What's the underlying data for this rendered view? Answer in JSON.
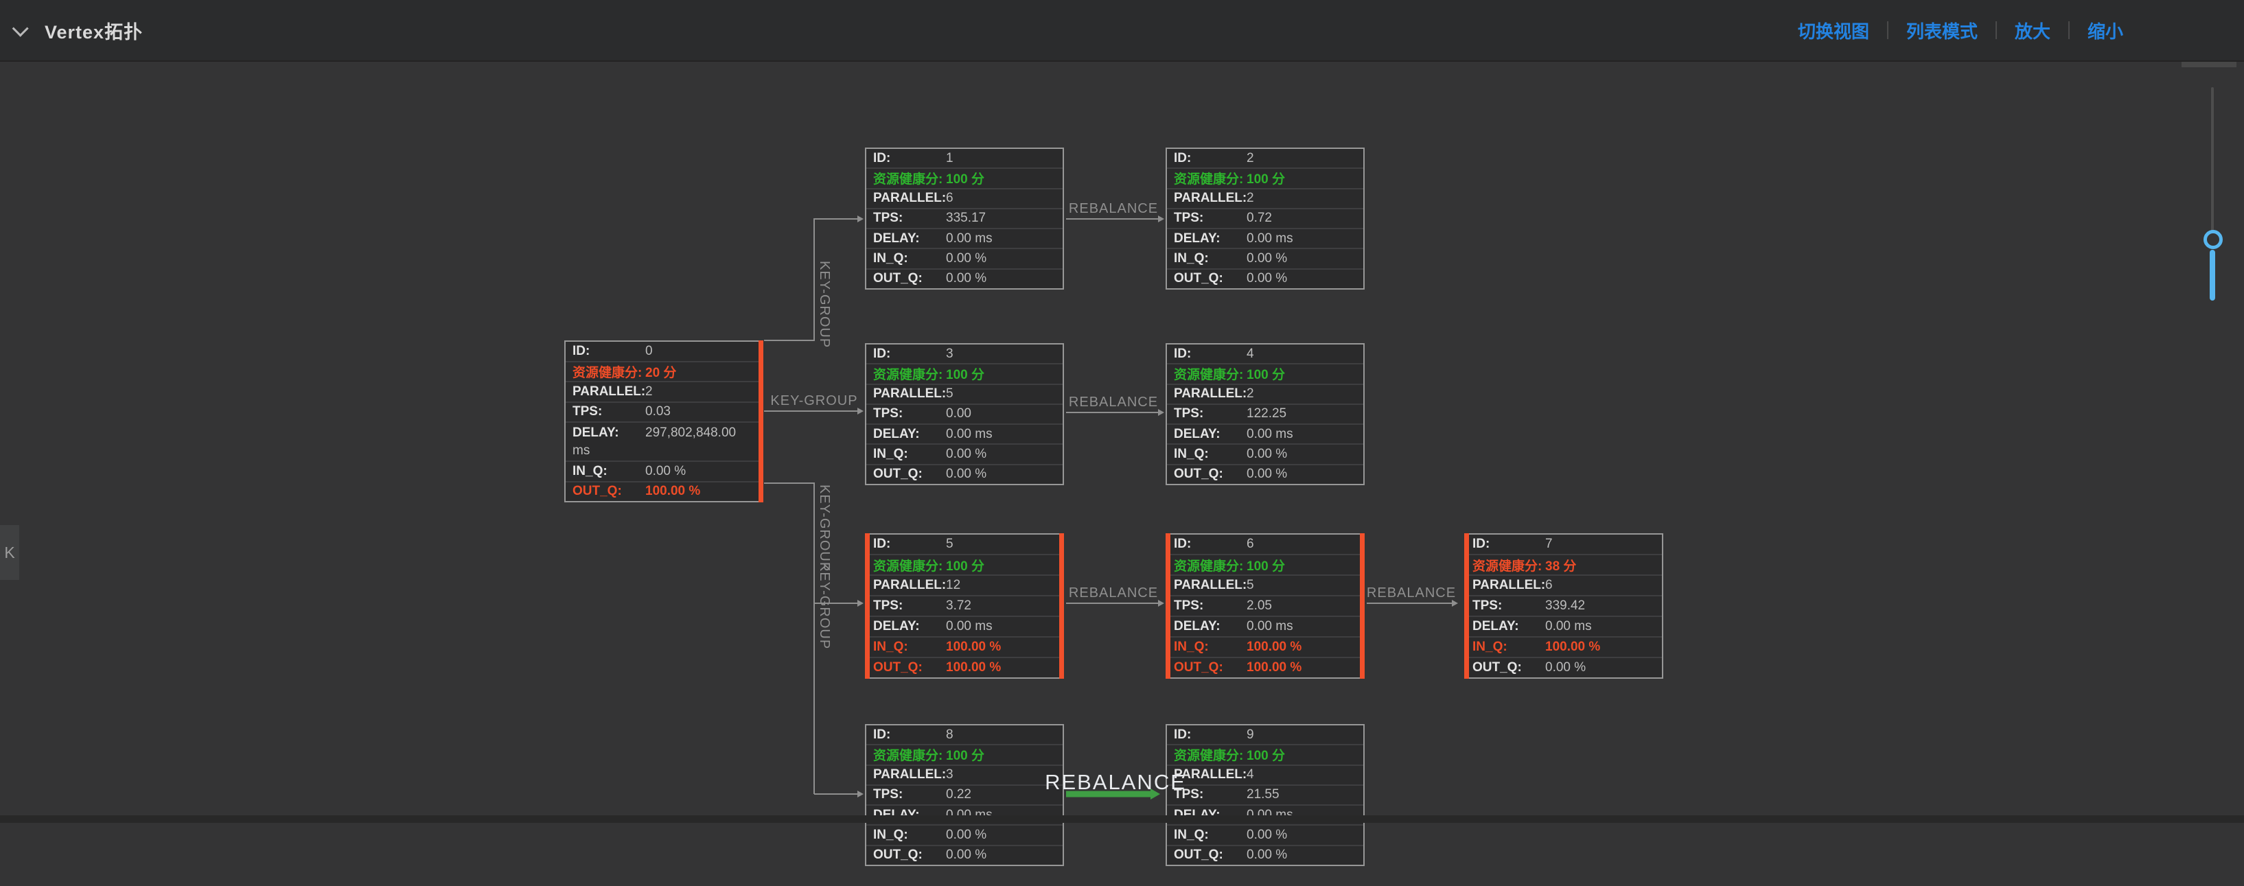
{
  "header": {
    "title": "Vertex拓扑",
    "actions": [
      {
        "label": "切换视图"
      },
      {
        "label": "列表模式"
      },
      {
        "label": "放大"
      },
      {
        "label": "缩小"
      }
    ]
  },
  "side_tab": {
    "label": "K"
  },
  "edge_labels": {
    "key_group": "KEY-GROUP",
    "rebalance": "REBALANCE"
  },
  "fields": [
    {
      "key": "id",
      "label": "ID:"
    },
    {
      "key": "health",
      "label": "资源健康分:"
    },
    {
      "key": "parallel",
      "label": "PARALLEL:"
    },
    {
      "key": "tps",
      "label": "TPS:"
    },
    {
      "key": "delay",
      "label": "DELAY:"
    },
    {
      "key": "in_q",
      "label": "IN_Q:"
    },
    {
      "key": "out_q",
      "label": "OUT_Q:"
    }
  ],
  "nodes": [
    {
      "id": "0",
      "health": "20 分",
      "parallel": "2",
      "tps": "0.03",
      "delay": "297,802,848.00",
      "delay_unit": "ms",
      "delay_wrap": true,
      "in_q": "0.00 %",
      "out_q": "100.00 %",
      "alerts": [
        "health",
        "out_q"
      ],
      "highlight": [
        "right"
      ]
    },
    {
      "id": "1",
      "health": "100 分",
      "parallel": "6",
      "tps": "335.17",
      "delay": "0.00",
      "delay_unit": "ms",
      "delay_wrap": false,
      "in_q": "0.00 %",
      "out_q": "0.00 %",
      "alerts": [],
      "highlight": []
    },
    {
      "id": "2",
      "health": "100 分",
      "parallel": "2",
      "tps": "0.72",
      "delay": "0.00",
      "delay_unit": "ms",
      "delay_wrap": false,
      "in_q": "0.00 %",
      "out_q": "0.00 %",
      "alerts": [],
      "highlight": []
    },
    {
      "id": "3",
      "health": "100 分",
      "parallel": "5",
      "tps": "0.00",
      "delay": "0.00",
      "delay_unit": "ms",
      "delay_wrap": false,
      "in_q": "0.00 %",
      "out_q": "0.00 %",
      "alerts": [],
      "highlight": []
    },
    {
      "id": "4",
      "health": "100 分",
      "parallel": "2",
      "tps": "122.25",
      "delay": "0.00",
      "delay_unit": "ms",
      "delay_wrap": false,
      "in_q": "0.00 %",
      "out_q": "0.00 %",
      "alerts": [],
      "highlight": []
    },
    {
      "id": "5",
      "health": "100 分",
      "parallel": "12",
      "tps": "3.72",
      "delay": "0.00",
      "delay_unit": "ms",
      "delay_wrap": false,
      "in_q": "100.00 %",
      "out_q": "100.00 %",
      "alerts": [
        "in_q",
        "out_q"
      ],
      "highlight": [
        "left",
        "right"
      ]
    },
    {
      "id": "6",
      "health": "100 分",
      "parallel": "5",
      "tps": "2.05",
      "delay": "0.00",
      "delay_unit": "ms",
      "delay_wrap": false,
      "in_q": "100.00 %",
      "out_q": "100.00 %",
      "alerts": [
        "in_q",
        "out_q"
      ],
      "highlight": [
        "left",
        "right"
      ]
    },
    {
      "id": "7",
      "health": "38 分",
      "parallel": "6",
      "tps": "339.42",
      "delay": "0.00",
      "delay_unit": "ms",
      "delay_wrap": false,
      "in_q": "100.00 %",
      "out_q": "0.00 %",
      "alerts": [
        "health",
        "in_q"
      ],
      "highlight": [
        "left"
      ]
    },
    {
      "id": "8",
      "health": "100 分",
      "parallel": "3",
      "tps": "0.22",
      "delay": "0.00",
      "delay_unit": "ms",
      "delay_wrap": false,
      "in_q": "0.00 %",
      "out_q": "0.00 %",
      "alerts": [],
      "highlight": []
    },
    {
      "id": "9",
      "health": "100 分",
      "parallel": "4",
      "tps": "21.55",
      "delay": "0.00",
      "delay_unit": "ms",
      "delay_wrap": false,
      "in_q": "0.00 %",
      "out_q": "0.00 %",
      "alerts": [],
      "highlight": []
    }
  ],
  "colors": {
    "accent_blue": "#2383e2",
    "alert_orange": "#ee4c27",
    "healthy_green": "#2db42d",
    "edge_green": "#3f9e44",
    "slider_blue": "#57b6ef"
  }
}
